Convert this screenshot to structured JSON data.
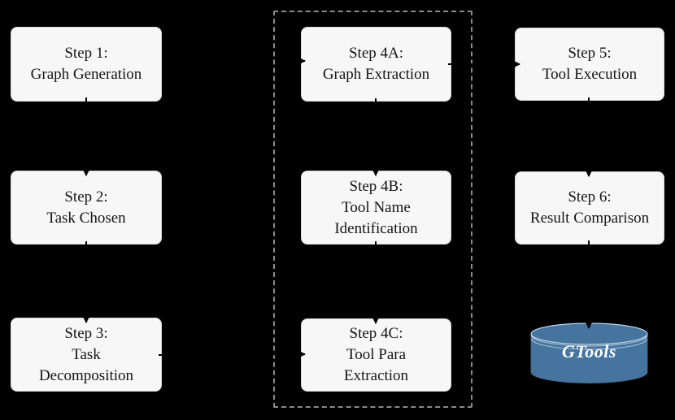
{
  "colors": {
    "bg": "#000000",
    "node-fill": "#f7f7f7",
    "node-border": "#dadada",
    "dash": "#8a8a8a",
    "text": "#141414",
    "db-fill": "#45749E",
    "db-stroke": "#3c6890",
    "db-line": "#c5d7e8",
    "db-text": "#ffffff"
  },
  "nodes": {
    "step1": {
      "title": "Step 1:",
      "label": "Graph Generation"
    },
    "step2": {
      "title": "Step 2:",
      "label": "Task Chosen"
    },
    "step3": {
      "title": "Step 3:",
      "label": "Task\nDecomposition"
    },
    "step4a": {
      "title": "Step 4A:",
      "label": "Graph Extraction"
    },
    "step4b": {
      "title": "Step 4B:",
      "label": "Tool Name\nIdentification"
    },
    "step4c": {
      "title": "Step 4C:",
      "label": "Tool Para\nExtraction"
    },
    "step5": {
      "title": "Step 5:",
      "label": "Tool Execution"
    },
    "step6": {
      "title": "Step 6:",
      "label": "Result Comparison"
    }
  },
  "database": {
    "label": "GTools"
  },
  "connectors": [
    {
      "from": "step1",
      "to": "step2"
    },
    {
      "from": "step2",
      "to": "step3"
    },
    {
      "from": "step3",
      "to": "step4c"
    },
    {
      "from": "step3",
      "to": "step4a"
    },
    {
      "from": "step4a",
      "to": "step4b"
    },
    {
      "from": "step4b",
      "to": "step4c"
    },
    {
      "from": "step4a",
      "to": "step5"
    },
    {
      "from": "step5",
      "to": "step6"
    },
    {
      "from": "step6",
      "to": "gtools"
    }
  ]
}
